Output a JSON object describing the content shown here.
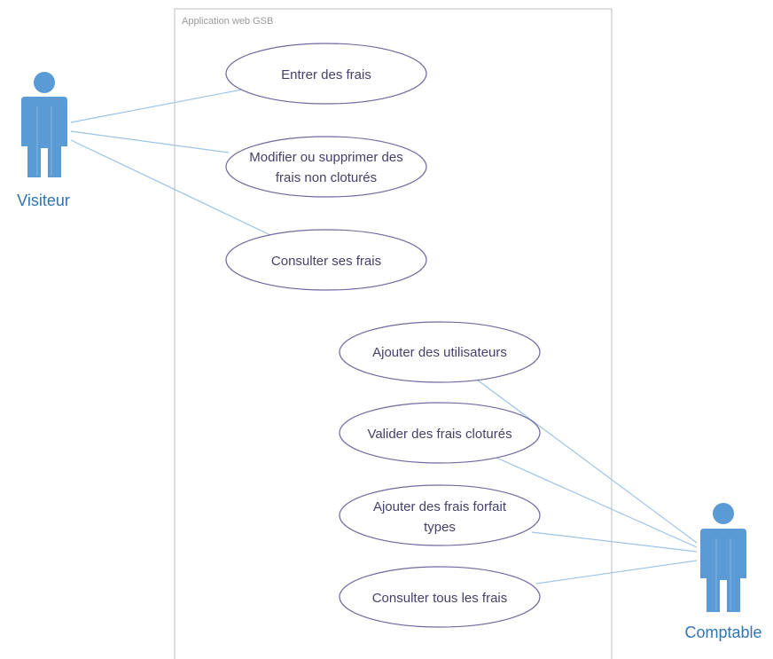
{
  "system": {
    "title": "Application web GSB"
  },
  "actors": {
    "visiteur": {
      "label": "Visiteur"
    },
    "comptable": {
      "label": "Comptable"
    }
  },
  "use_cases": {
    "entrer": {
      "line1": "Entrer des frais"
    },
    "modifier": {
      "line1": "Modifier ou supprimer des",
      "line2": "frais non cloturés"
    },
    "consulter_ses": {
      "line1": "Consulter ses frais"
    },
    "ajouter_utilisateurs": {
      "line1": "Ajouter des utilisateurs"
    },
    "valider": {
      "line1": "Valider des frais cloturés"
    },
    "ajouter_forfait": {
      "line1": "Ajouter des frais forfait",
      "line2": "types"
    },
    "consulter_tous": {
      "line1": "Consulter tous les frais"
    }
  },
  "colors": {
    "actor": "#5b9bd5",
    "actor_label": "#2f74b5",
    "association_line": "#9dc3e6",
    "usecase_border": "#6f6aa0",
    "usecase_text": "#44416a",
    "system_border": "#bfbfbf"
  }
}
